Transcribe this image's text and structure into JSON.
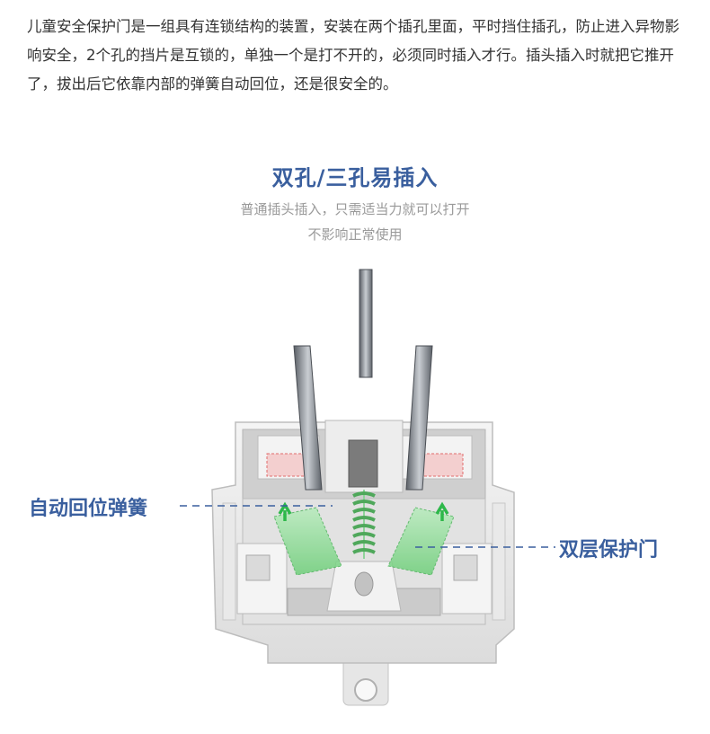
{
  "intro": {
    "text": "儿童安全保护门是一组具有连锁结构的装置，安装在两个插孔里面，平时挡住插孔，防止进入异物影响安全，2个孔的挡片是互锁的，单独一个是打不开的，必须同时插入才行。插头插入时就把它推开了，拔出后它依靠内部的弹簧自动回位，还是很安全的。"
  },
  "feature": {
    "heading": "双孔/三孔易插入",
    "subtitle_line1": "普通插头插入，只需适当力就可以打开",
    "subtitle_line2": "不影响正常使用"
  },
  "callouts": {
    "left": "自动回位弹簧",
    "right": "双层保护门"
  },
  "colors": {
    "accent": "#3a5f9e",
    "highlight_green": "#6fcf7a",
    "highlight_red": "#e05555"
  }
}
